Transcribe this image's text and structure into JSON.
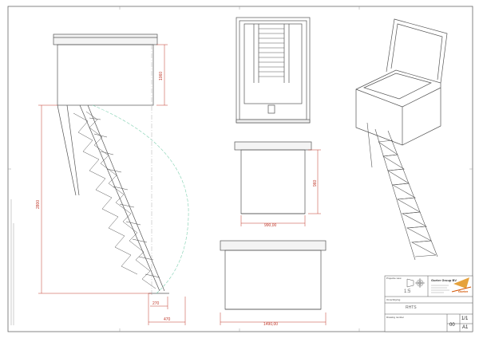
{
  "drawing": {
    "dimensions": {
      "side_height": "1060",
      "ladder_height": "2800",
      "foot_offset_1": "270",
      "foot_offset_2": "470",
      "front_width": "990,00",
      "front_height": "960",
      "bottom_width": "1490,00"
    }
  },
  "title_block": {
    "company": "Gorter Group BV",
    "projection_label": "Projectie view",
    "scale": "1:5",
    "description_label": "Omschrijving",
    "description": "RHTS",
    "drawing_number_label": "Drawing number",
    "revision": "00",
    "sheet": "1/1",
    "size": "A1",
    "brand": "Gorter"
  },
  "colors": {
    "line": "#555555",
    "dimension": "#c0392b",
    "swing_arc": "#7fd0b0",
    "brand": "#d35400"
  }
}
